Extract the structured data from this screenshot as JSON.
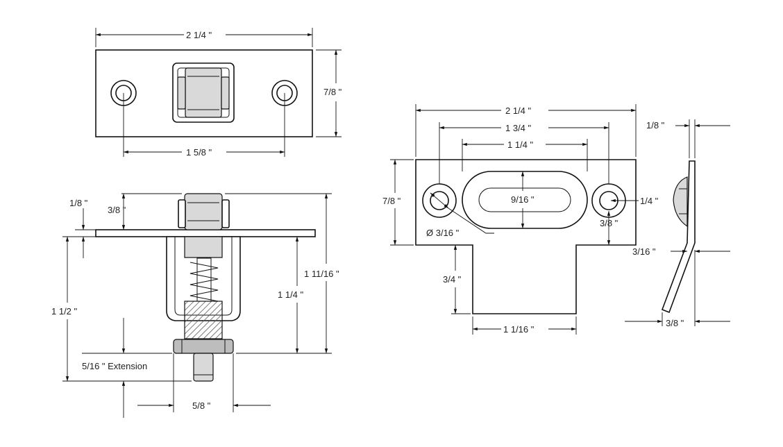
{
  "labels": {
    "top_width": "2 1/4 \"",
    "top_height": "7/8 \"",
    "top_hole_spacing": "1 5/8 \"",
    "side_plate_thickness": "1/8 \"",
    "side_roller_above_plate": "3/8 \"",
    "side_overall_height": "1 11/16 \"",
    "side_below_plate": "1 1/4  \"",
    "side_total_below": "1 1/2 \"",
    "side_extension": "5/16 \" Extension",
    "side_stem_width": "5/8 \"",
    "strike_width": "2 1/4 \"",
    "strike_hole_spacing": "1 3/4 \"",
    "strike_slot_length": "1 1/4 \"",
    "strike_slot_height": "9/16 \"",
    "strike_height": "7/8 \"",
    "strike_hole_dia": "Ø  3/16 \"",
    "strike_hole_right": "1/4 \"",
    "strike_hole_edge": "3/8 \"",
    "strike_lip_height": "3/4 \"",
    "strike_lip_width": "1  1/16 \"",
    "profile_thickness": "1/8 \"",
    "profile_offset": "3/16 \"",
    "profile_lip_depth": "3/8 \""
  },
  "colors": {
    "line": "#111111",
    "background": "#ffffff",
    "shade": "#d9d9d9"
  }
}
